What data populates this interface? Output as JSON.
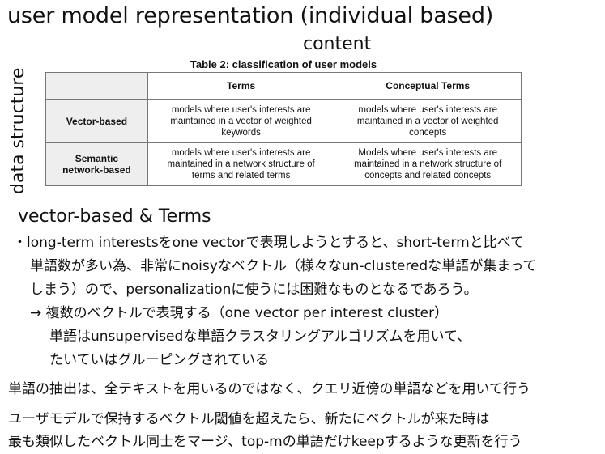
{
  "title": "user model representation (individual based)",
  "content_label": "content",
  "axis_label": "data structure",
  "table": {
    "caption": "Table 2: classification of user models",
    "columns": [
      "",
      "Terms",
      "Conceptual Terms"
    ],
    "rows": [
      {
        "label": "Vector-based",
        "cells": [
          [
            "models where user's interests are",
            "maintained in a vector of weighted",
            "keywords"
          ],
          [
            "models where user's interests are",
            "maintained in a vector of weighted",
            "concepts"
          ]
        ]
      },
      {
        "label": [
          "Semantic",
          "network-based"
        ],
        "cells": [
          [
            "models where user's interests are",
            "maintained in a network structure of",
            "terms and related terms"
          ],
          [
            "Models where user's interests are",
            "maintained in a network structure  of",
            "concepts and related concepts"
          ]
        ]
      }
    ]
  },
  "section_heading": "vector-based & Terms",
  "bullet_lines": [
    "・long-term interestsをone vectorで表現しようとすると、short-termと比べて",
    "単語数が多い為、非常にnoisyなベクトル（様々なun-clusteredな単語が集まって",
    "しまう）ので、personalizationに使うには困難なものとなるであろう。",
    "→ 複数のベクトルで表現する（one vector per interest cluster）",
    "単語はunsupervisedな単語クラスタリングアルゴリズムを用いて、",
    "たいていはグルーピングされている"
  ],
  "notes": [
    "単語の抽出は、全テキストを用いるのではなく、クエリ近傍の単語などを用いて行う",
    "ユーザモデルで保持するベクトル閾値を超えたら、新たにベクトルが来た時は",
    "最も類似したベクトル同士をマージ、top-mの単語だけkeepするような更新を行う"
  ]
}
